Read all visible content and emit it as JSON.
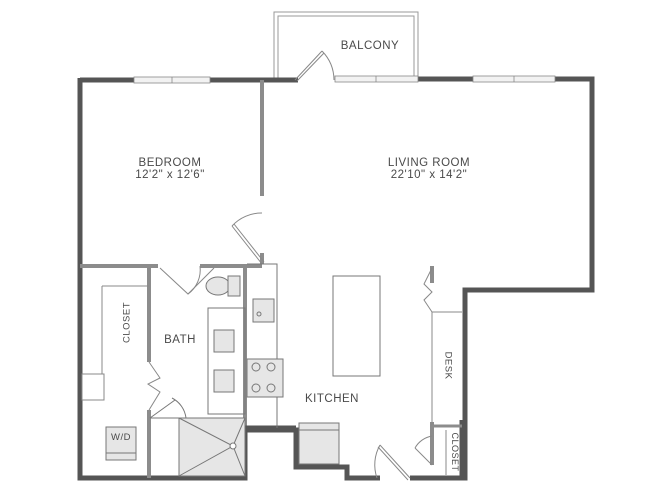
{
  "floor_plan": {
    "rooms": [
      {
        "id": "balcony",
        "name": "BALCONY",
        "dimensions": ""
      },
      {
        "id": "bedroom",
        "name": "BEDROOM",
        "dimensions": "12'2\" x 12'6\""
      },
      {
        "id": "living_room",
        "name": "LIVING ROOM",
        "dimensions": "22'10\" x 14'2\""
      },
      {
        "id": "kitchen",
        "name": "KITCHEN",
        "dimensions": ""
      },
      {
        "id": "bath",
        "name": "BATH",
        "dimensions": ""
      },
      {
        "id": "closet_bedroom",
        "name": "CLOSET",
        "dimensions": ""
      },
      {
        "id": "desk",
        "name": "DESK",
        "dimensions": ""
      },
      {
        "id": "closet_entry",
        "name": "CLOSET",
        "dimensions": ""
      },
      {
        "id": "washer_dryer",
        "name": "W/D",
        "dimensions": ""
      }
    ],
    "colors": {
      "exterior_wall": "#555555",
      "interior_wall": "#8c8c8c",
      "fixture_fill": "#e6e6e6",
      "fixture_stroke": "#777777",
      "label": "#4a4a4a",
      "background": "#ffffff"
    }
  }
}
